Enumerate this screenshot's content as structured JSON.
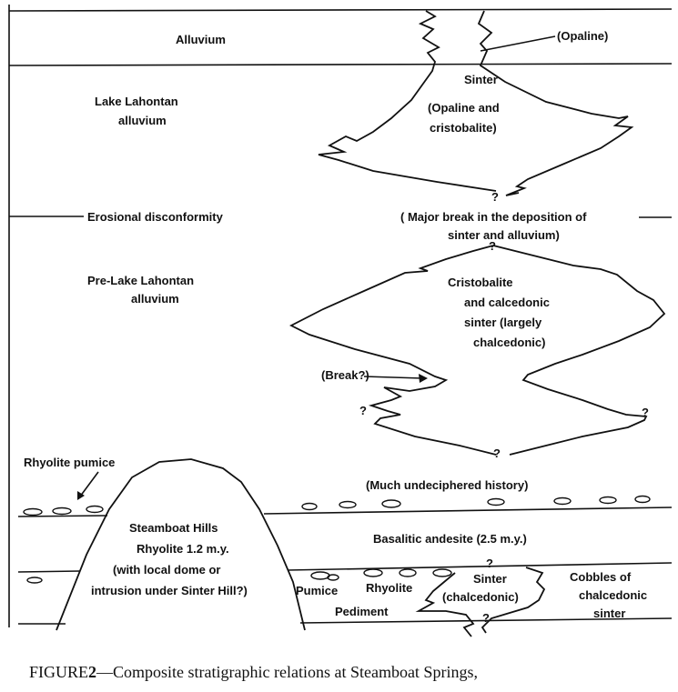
{
  "labels": {
    "alluvium": "Alluvium",
    "opaline": "(Opaline)",
    "sinter": "Sinter",
    "opaline_cristobalite_1": "(Opaline and",
    "opaline_cristobalite_2": "cristobalite)",
    "lake_lahontan_1": "Lake Lahontan",
    "lake_lahontan_2": "alluvium",
    "erosional": "Erosional disconformity",
    "major_break_1": "( Major break in the deposition of",
    "major_break_2": "sinter and alluvium)",
    "pre_lake_1": "Pre-Lake Lahontan",
    "pre_lake_2": "alluvium",
    "cristobalite_1": "Cristobalite",
    "cristobalite_2": "and calcedonic",
    "cristobalite_3": "sinter (largely",
    "cristobalite_4": "chalcedonic)",
    "break": "(Break?)",
    "rhyolite_pumice": "Rhyolite pumice",
    "undeciphered": "(Much undeciphered history)",
    "steamboat_1": "Steamboat Hills",
    "steamboat_2": "Rhyolite 1.2 m.y.",
    "steamboat_3": "(with local dome or",
    "steamboat_4": "intrusion under Sinter Hill?)",
    "basaltic": "Basalitic andesite (2.5 m.y.)",
    "pumice": "Pumice",
    "rhyolite": "Rhyolite",
    "sinter_chal_1": "Sinter",
    "sinter_chal_2": "(chalcedonic)",
    "cobbles_1": "Cobbles of",
    "cobbles_2": "chalcedonic",
    "cobbles_3": "sinter",
    "pediment": "Pediment",
    "question": "?"
  },
  "caption": {
    "figure_word": "FIGURE",
    "number": "2",
    "text": "—Composite stratigraphic relations at Steamboat Springs,"
  }
}
